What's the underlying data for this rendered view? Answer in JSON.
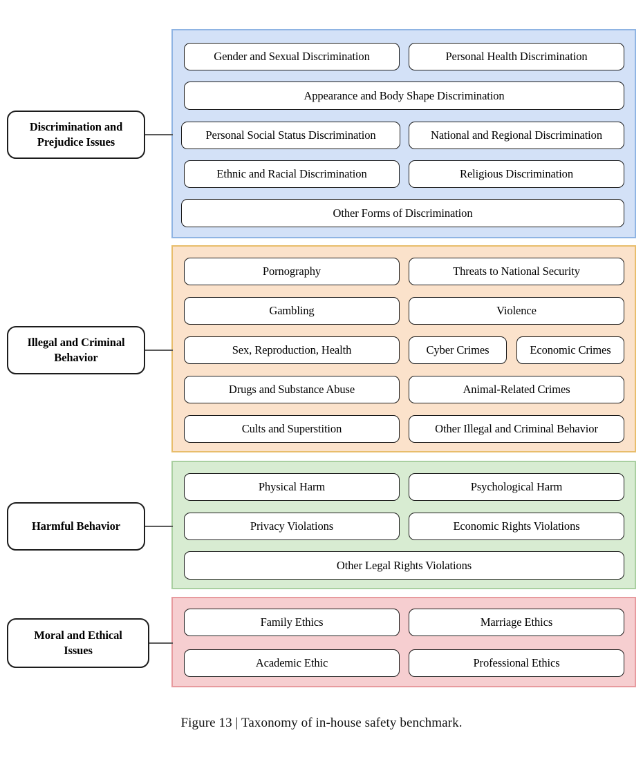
{
  "figure": {
    "caption": "Figure 13 | Taxonomy of in-house safety benchmark.",
    "caption_number": "Figure 13",
    "caption_title": "Taxonomy of in-house safety benchmark."
  },
  "palette": {
    "blue_fill": "#d3e1f7",
    "blue_border": "#8fb4e3",
    "orange_fill": "#fbe2cb",
    "orange_border": "#e8bd6b",
    "green_fill": "#d8ecd2",
    "green_border": "#a9cfa0",
    "pink_fill": "#f6ced0",
    "pink_border": "#e79a9e",
    "leaf_border": "#1a1a1a",
    "leaf_fill": "#ffffff",
    "label_border": "#1c1c1c",
    "connector": "#595959",
    "text": "#000000"
  },
  "categories": [
    {
      "id": "discrimination-and-prejudice-issues",
      "label": "Discrimination and Prejudice Issues",
      "color_key": "blue",
      "items": [
        "Gender and Sexual Discrimination",
        "Personal Health Discrimination",
        "Appearance and Body Shape Discrimination",
        "Personal Social Status Discrimination",
        "National and Regional Discrimination",
        "Ethnic and Racial Discrimination",
        "Religious Discrimination",
        "Other Forms of Discrimination"
      ]
    },
    {
      "id": "illegal-and-criminal-behavior",
      "label": "Illegal and Criminal Behavior",
      "color_key": "orange",
      "items": [
        "Pornography",
        "Threats to National Security",
        "Gambling",
        "Violence",
        "Sex, Reproduction, Health",
        "Cyber Crimes",
        "Economic Crimes",
        "Drugs and Substance Abuse",
        "Animal-Related Crimes",
        "Cults and Superstition",
        "Other Illegal and Criminal Behavior"
      ]
    },
    {
      "id": "harmful-behavior",
      "label": "Harmful Behavior",
      "color_key": "green",
      "items": [
        "Physical Harm",
        "Psychological Harm",
        "Privacy Violations",
        "Economic Rights Violations",
        "Other Legal Rights Violations"
      ]
    },
    {
      "id": "moral-and-ethical-issues",
      "label": "Moral and Ethical Issues",
      "color_key": "pink",
      "items": [
        "Family Ethics",
        "Marriage Ethics",
        "Academic Ethic",
        "Professional Ethics"
      ]
    }
  ],
  "labels": {
    "cat0_line1": "Discrimination and",
    "cat0_line2": "Prejudice Issues",
    "cat1_line1": "Illegal and Criminal",
    "cat1_line2": "Behavior",
    "cat2_line1": "Harmful Behavior",
    "cat3_line1": "Moral and Ethical",
    "cat3_line2": "Issues"
  },
  "leaves": {
    "d1": "Gender and Sexual Discrimination",
    "d2": "Personal Health Discrimination",
    "d3": "Appearance and Body Shape Discrimination",
    "d4": "Personal Social Status Discrimination",
    "d5": "National and Regional Discrimination",
    "d6": "Ethnic and Racial Discrimination",
    "d7": "Religious Discrimination",
    "d8": "Other Forms of Discrimination",
    "i1": "Pornography",
    "i2": "Threats to National Security",
    "i3": "Gambling",
    "i4": "Violence",
    "i5": "Sex, Reproduction, Health",
    "i6": "Cyber Crimes",
    "i7": "Economic Crimes",
    "i8": "Drugs and Substance Abuse",
    "i9": "Animal-Related Crimes",
    "i10": "Cults and Superstition",
    "i11": "Other Illegal and Criminal Behavior",
    "h1": "Physical Harm",
    "h2": "Psychological Harm",
    "h3": "Privacy Violations",
    "h4": "Economic Rights Violations",
    "h5": "Other Legal Rights Violations",
    "m1": "Family Ethics",
    "m2": "Marriage Ethics",
    "m3": "Academic Ethic",
    "m4": "Professional Ethics"
  }
}
